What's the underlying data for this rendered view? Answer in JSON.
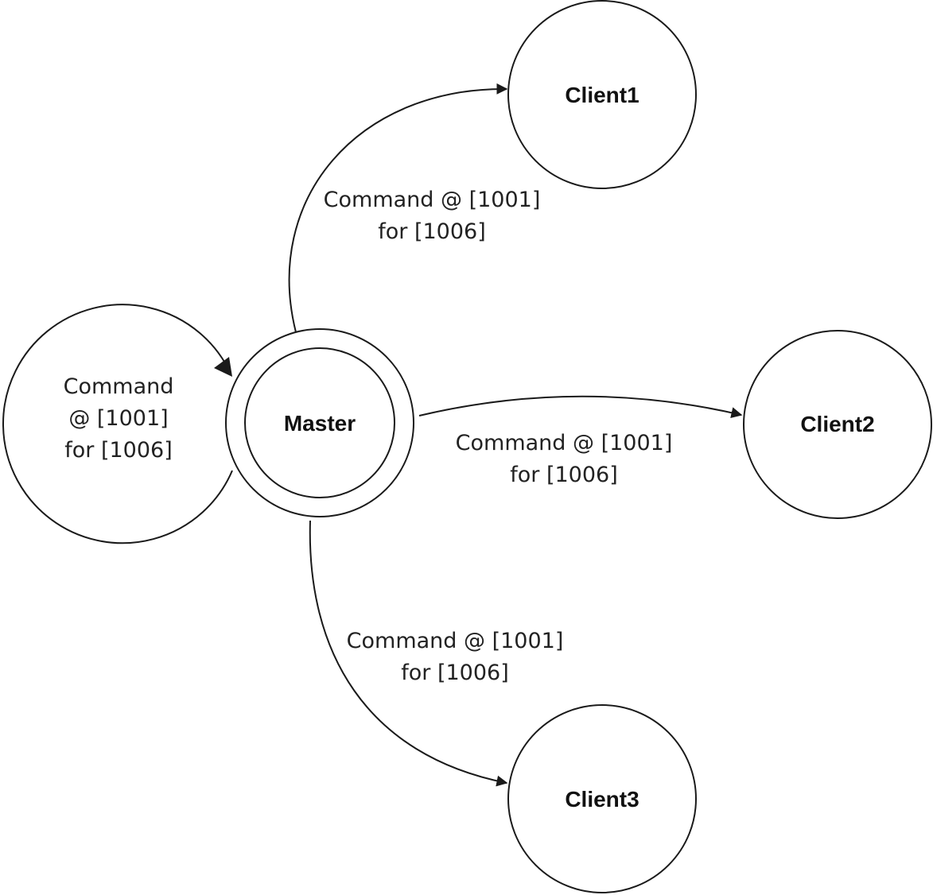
{
  "nodes": {
    "master": {
      "label": "Master"
    },
    "client1": {
      "label": "Client1"
    },
    "client2": {
      "label": "Client2"
    },
    "client3": {
      "label": "Client3"
    }
  },
  "edges": {
    "self_loop": {
      "line1": "Command",
      "line2": "@ [1001]",
      "line3": "for [1006]"
    },
    "to_client1": {
      "line1": "Command @ [1001]",
      "line2": "for [1006]"
    },
    "to_client2": {
      "line1": "Command @ [1001]",
      "line2": "for [1006]"
    },
    "to_client3": {
      "line1": "Command @ [1001]",
      "line2": "for [1006]"
    }
  }
}
